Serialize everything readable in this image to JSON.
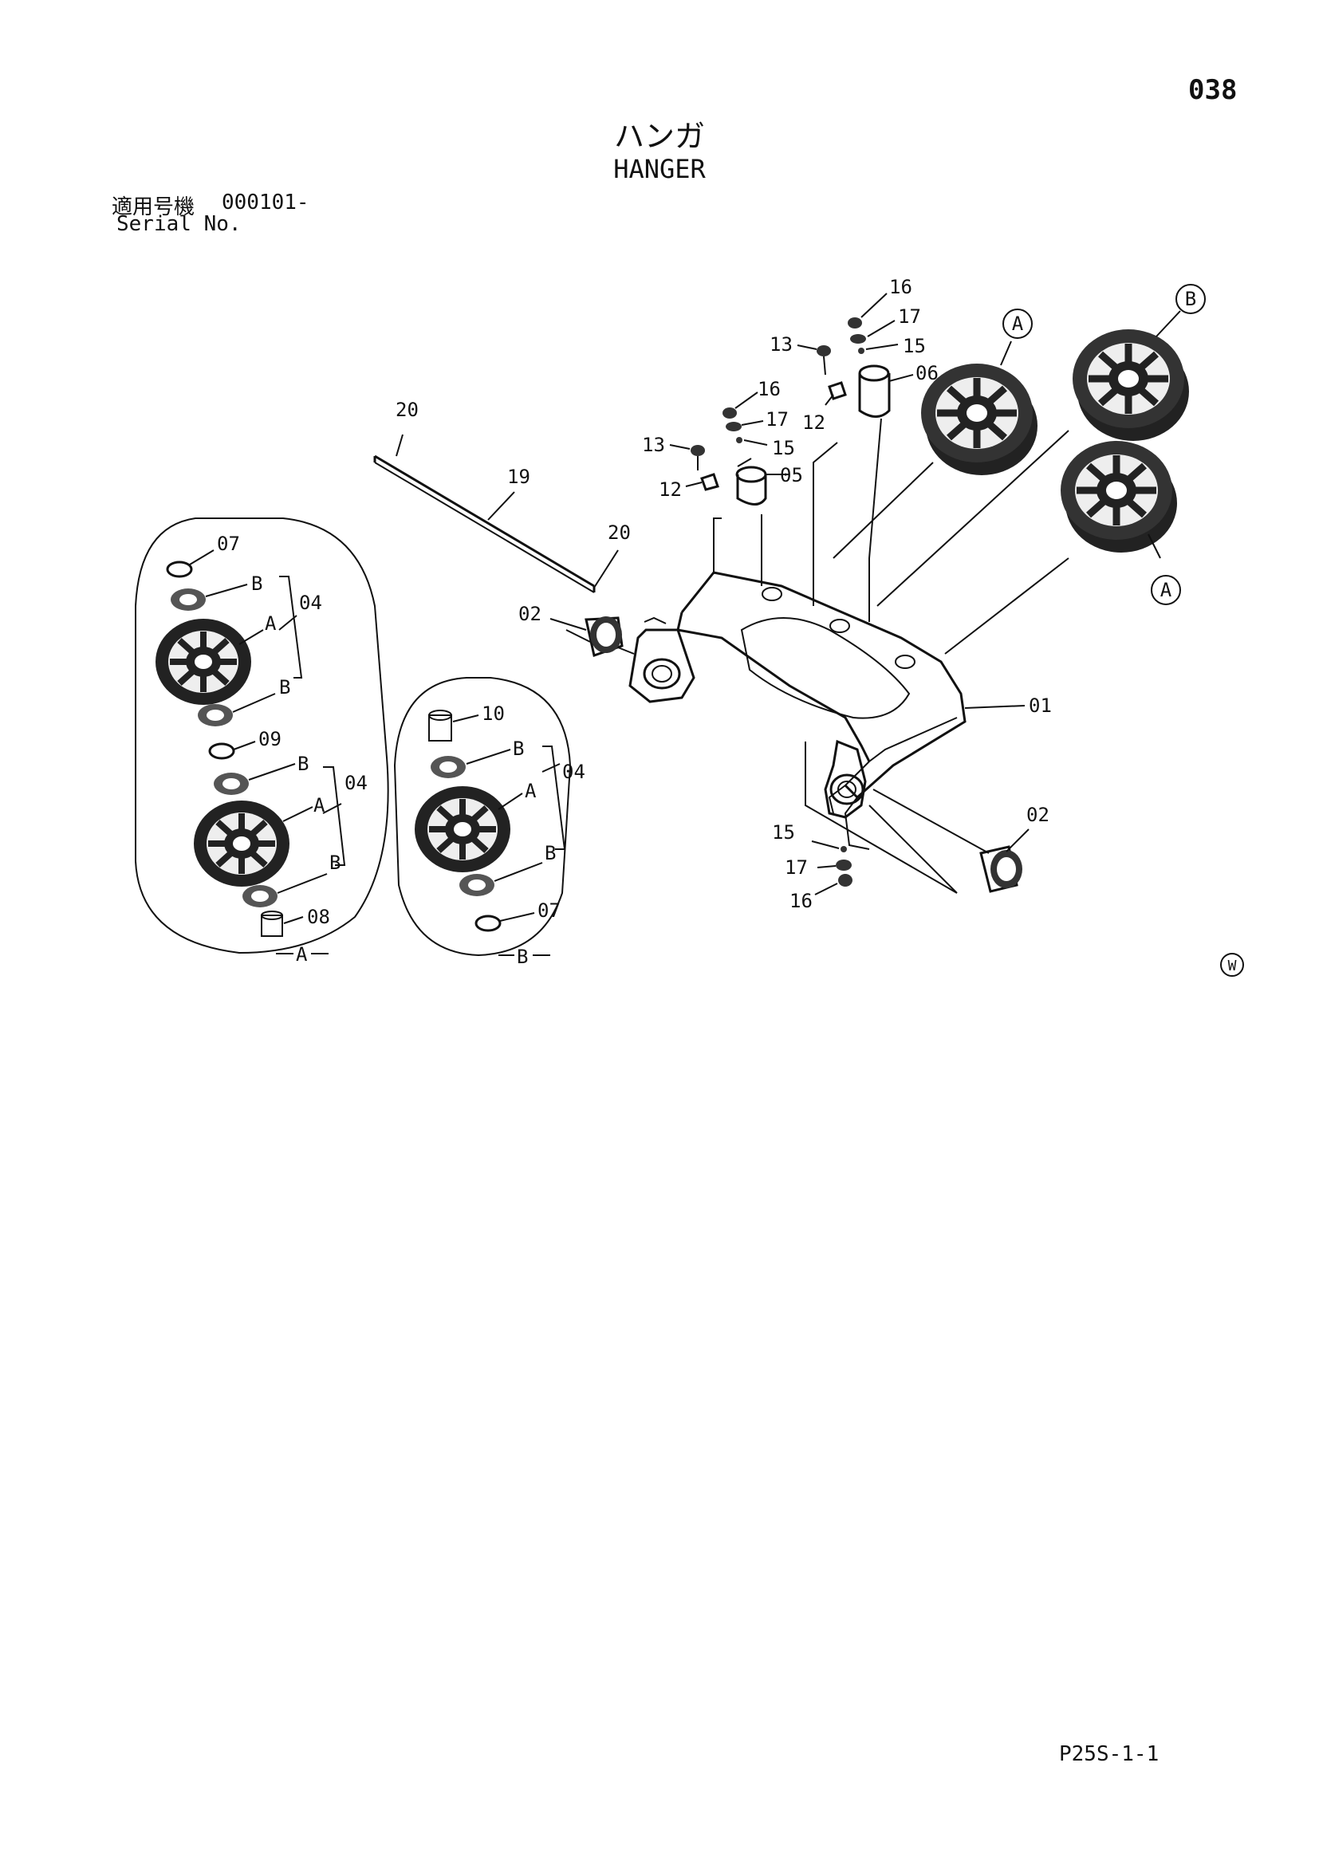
{
  "page": {
    "number": "038",
    "title_jp": "ハンガ",
    "title_en": "HANGER",
    "serial_label_jp": "適用号機",
    "serial_value": "000101-",
    "serial_label_en": "Serial No.",
    "code": "P25S-1-1",
    "mark": "W"
  },
  "callouts": {
    "c01": "01",
    "c02a": "02",
    "c02b": "02",
    "c05": "05",
    "c06": "06",
    "c12a": "12",
    "c12b": "12",
    "c13a": "13",
    "c13b": "13",
    "c15a": "15",
    "c15b": "15",
    "c15c": "15",
    "c16a": "16",
    "c16b": "16",
    "c16c": "16",
    "c17a": "17",
    "c17b": "17",
    "c17c": "17",
    "c19": "19",
    "c20a": "20",
    "c20b": "20",
    "c07a": "07",
    "c07b": "07",
    "c08": "08",
    "c09": "09",
    "c10": "10",
    "c04a": "04",
    "c04b": "04",
    "c04c": "04",
    "kA1": "A",
    "kA2": "A",
    "kA3": "A",
    "kB1": "B",
    "kB2": "B",
    "kB3": "B",
    "kB4": "B",
    "kB5": "B",
    "kB6": "B",
    "ovalA": "A",
    "ovalB": "B",
    "circA1": "A",
    "circA2": "A",
    "circB": "B"
  }
}
